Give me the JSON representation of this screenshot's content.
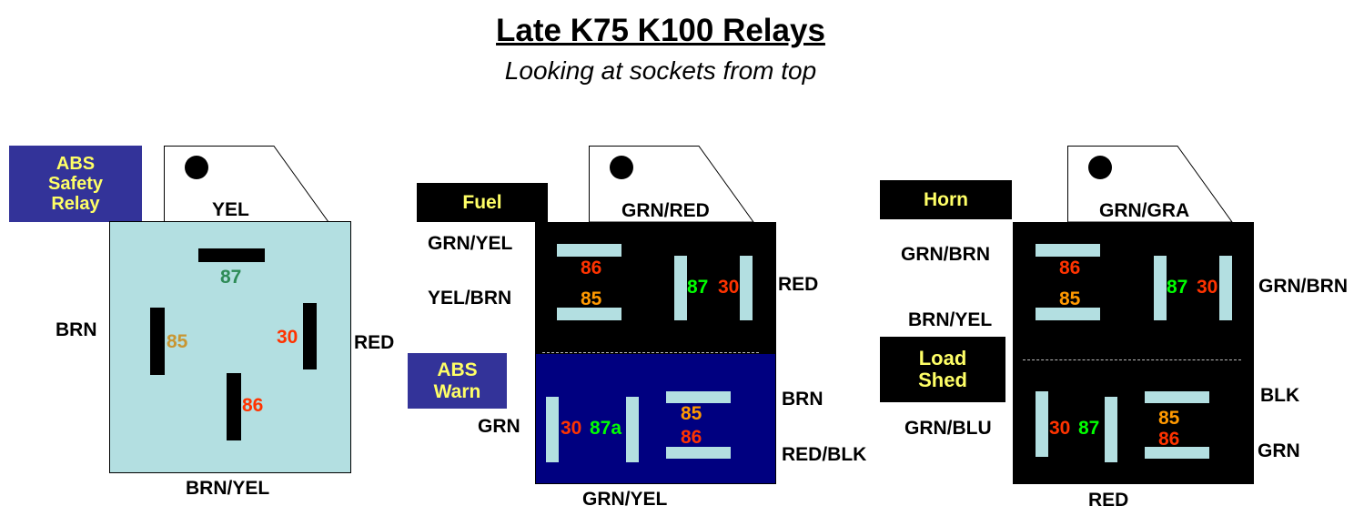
{
  "title": "Late K75 K100 Relays",
  "subtitle": "Looking at sockets from top",
  "colors": {
    "relay_light": "#b3dfe1",
    "label_navy": "#333399",
    "label_text": "#ffff66",
    "panel_black": "#000000",
    "panel_blue": "#000080",
    "pin_green": "#2e8b57",
    "pin_bright_green": "#00ff00",
    "pin_orange": "#ff9900",
    "pin_gold": "#c89632",
    "pin_red": "#ff3300"
  },
  "relay1": {
    "label": [
      "ABS",
      "Safety",
      "Relay"
    ],
    "wires": {
      "top": "YEL",
      "left": "BRN",
      "right": "RED",
      "bottom": "BRN/YEL"
    },
    "pins": {
      "p87": "87",
      "p85": "85",
      "p30": "30",
      "p86": "86"
    }
  },
  "relay2": {
    "top_label": "Fuel",
    "bottom_label": [
      "ABS",
      "Warn"
    ],
    "wires": {
      "top": "GRN/RED",
      "left1": "GRN/YEL",
      "left2": "YEL/BRN",
      "right": "RED",
      "left3": "GRN",
      "right2": "BRN",
      "right3": "RED/BLK",
      "bottom": "GRN/YEL"
    },
    "pins_top": {
      "p86": "86",
      "p85": "85",
      "p87": "87",
      "p30": "30"
    },
    "pins_bottom": {
      "p30": "30",
      "p87a": "87a",
      "p85": "85",
      "p86": "86"
    }
  },
  "relay3": {
    "top_label": "Horn",
    "bottom_label": [
      "Load",
      "Shed"
    ],
    "wires": {
      "top": "GRN/GRA",
      "left1": "GRN/BRN",
      "left2": "BRN/YEL",
      "right": "GRN/BRN",
      "left3": "GRN/BLU",
      "right2": "BLK",
      "right3": "GRN",
      "bottom": "RED"
    },
    "pins_top": {
      "p86": "86",
      "p85": "85",
      "p87": "87",
      "p30": "30"
    },
    "pins_bottom": {
      "p30": "30",
      "p87": "87",
      "p85": "85",
      "p86": "86"
    }
  }
}
